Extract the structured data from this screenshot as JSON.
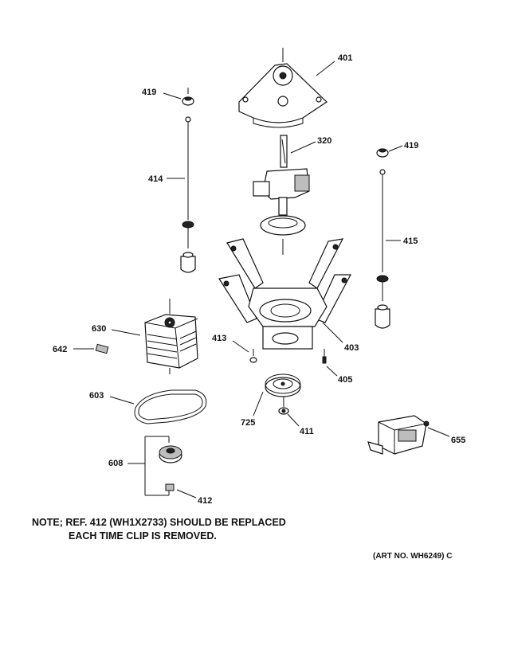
{
  "diagram": {
    "callouts": [
      {
        "id": "401",
        "text": "401"
      },
      {
        "id": "419a",
        "text": "419"
      },
      {
        "id": "320",
        "text": "320"
      },
      {
        "id": "419b",
        "text": "419"
      },
      {
        "id": "414",
        "text": "414"
      },
      {
        "id": "415",
        "text": "415"
      },
      {
        "id": "630",
        "text": "630"
      },
      {
        "id": "642",
        "text": "642"
      },
      {
        "id": "413",
        "text": "413"
      },
      {
        "id": "403",
        "text": "403"
      },
      {
        "id": "405",
        "text": "405"
      },
      {
        "id": "603",
        "text": "603"
      },
      {
        "id": "725",
        "text": "725"
      },
      {
        "id": "411",
        "text": "411"
      },
      {
        "id": "655",
        "text": "655"
      },
      {
        "id": "608",
        "text": "608"
      },
      {
        "id": "412",
        "text": "412"
      }
    ],
    "note_line1": "NOTE; REF. 412 (WH1X2733) SHOULD BE REPLACED",
    "note_line2": "EACH TIME CLIP IS REMOVED.",
    "art_number": "(ART NO. WH6249) C"
  }
}
